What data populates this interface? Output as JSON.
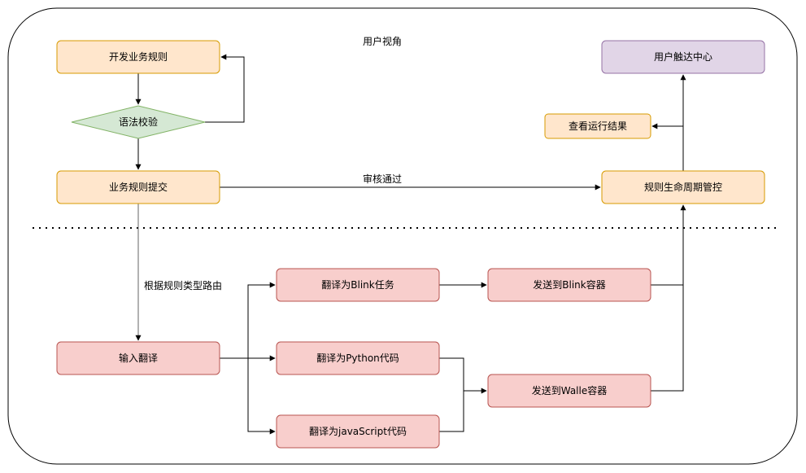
{
  "header": {
    "title": "用户视角"
  },
  "nodes": {
    "dev_rules": "开发业务规则",
    "syntax_check": "语法校验",
    "submit_rules": "业务规则提交",
    "touch_center": "用户触达中心",
    "view_results": "查看运行结果",
    "lifecycle": "规则生命周期管控",
    "translate_blink": "翻译为Blink任务",
    "send_blink": "发送到Blink容器",
    "input_translate": "输入翻译",
    "translate_python": "翻译为Python代码",
    "send_walle": "发送到Walle容器",
    "translate_js": "翻译为javaScript代码"
  },
  "edges": {
    "approved": "审核通过",
    "route_by_type": "根据规则类型路由"
  },
  "colors": {
    "orange_fill": "#ffe6cc",
    "orange_stroke": "#d79b00",
    "green_fill": "#d5e8d4",
    "green_stroke": "#82b366",
    "purple_fill": "#e1d5e7",
    "purple_stroke": "#9673a6",
    "red_fill": "#f8cecc",
    "red_stroke": "#b85450"
  }
}
